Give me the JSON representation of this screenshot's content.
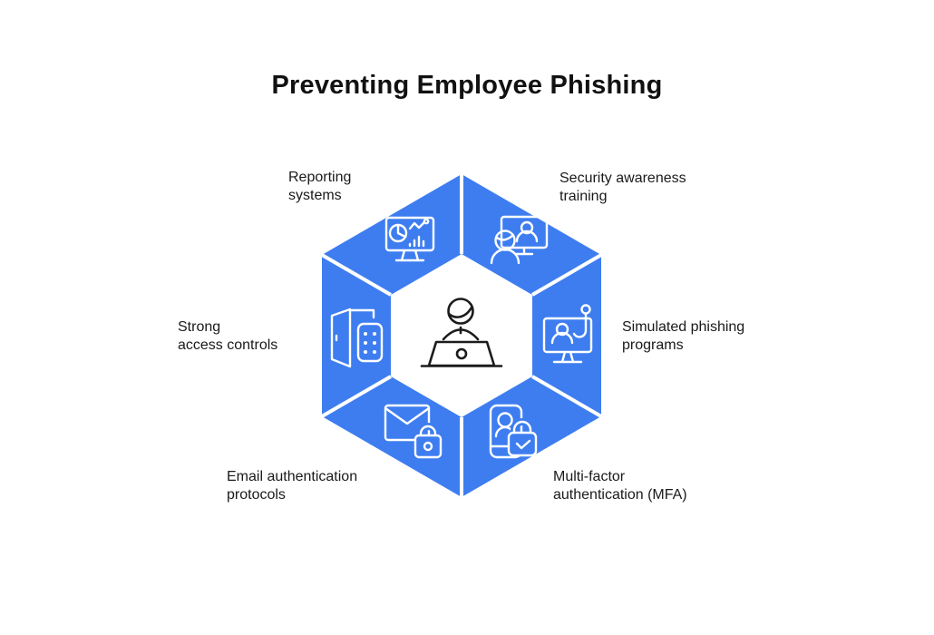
{
  "title": "Preventing Employee Phishing",
  "center": {
    "icon": "person-at-laptop-icon"
  },
  "segments": [
    {
      "position": "top-left",
      "icon": "monitor-analytics-icon",
      "label_line1": "Reporting",
      "label_line2": "systems"
    },
    {
      "position": "top-right",
      "icon": "training-monitor-person-icon",
      "label_line1": "Security awareness",
      "label_line2": "training"
    },
    {
      "position": "right",
      "icon": "monitor-phishing-hook-icon",
      "label_line1": "Simulated phishing",
      "label_line2": "programs"
    },
    {
      "position": "bottom-right",
      "icon": "phone-lock-check-icon",
      "label_line1": "Multi-factor",
      "label_line2": "authentication (MFA)"
    },
    {
      "position": "bottom-left",
      "icon": "envelope-lock-icon",
      "label_line1": "Email authentication",
      "label_line2": "protocols"
    },
    {
      "position": "left",
      "icon": "door-keypad-icon",
      "label_line1": "Strong",
      "label_line2": "access controls"
    }
  ],
  "colors": {
    "segment_blue": "#3E7DF0",
    "icon_stroke": "#FFFFFF",
    "text": "#1A1A1A",
    "background": "#FFFFFF"
  }
}
